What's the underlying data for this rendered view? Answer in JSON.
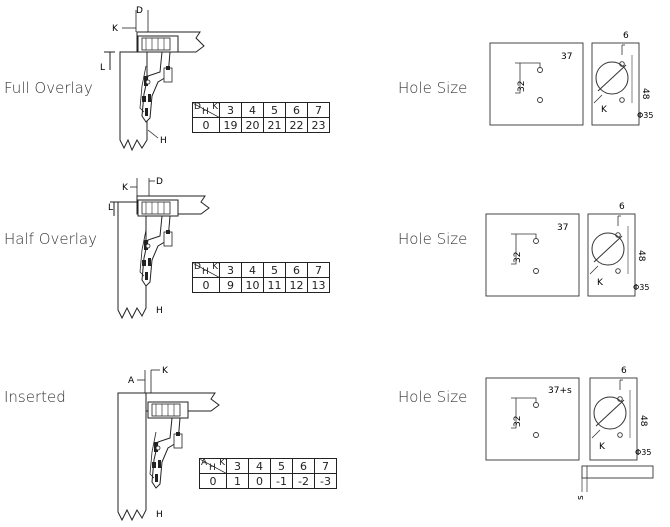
{
  "sections": [
    {
      "name": "Full Overlay",
      "hole_label": "Hole Size",
      "dim_labels": {
        "top": "D",
        "side": "K",
        "left": "L",
        "bottom": "H"
      },
      "table": {
        "h1": "D",
        "h2": "H",
        "h3": "K",
        "k_values": [
          "3",
          "4",
          "5",
          "6",
          "7"
        ],
        "row_first": "0",
        "row_values": [
          "19",
          "20",
          "21",
          "22",
          "23"
        ]
      },
      "hole": {
        "front": "37",
        "pitch": "32",
        "cup_offset": "6",
        "cup_depth": "48",
        "k": "K",
        "cup_dia": "Φ35"
      }
    },
    {
      "name": "Half Overlay",
      "hole_label": "Hole Size",
      "dim_labels": {
        "top": "D",
        "side": "K",
        "left": "L",
        "bottom": "H"
      },
      "table": {
        "h1": "D",
        "h2": "H",
        "h3": "K",
        "k_values": [
          "3",
          "4",
          "5",
          "6",
          "7"
        ],
        "row_first": "0",
        "row_values": [
          "9",
          "10",
          "11",
          "12",
          "13"
        ]
      },
      "hole": {
        "front": "37",
        "pitch": "32",
        "cup_offset": "6",
        "cup_depth": "48",
        "k": "K",
        "cup_dia": "Φ35"
      }
    },
    {
      "name": "Inserted",
      "hole_label": "Hole Size",
      "dim_labels": {
        "top": "A",
        "side": "K",
        "left": "",
        "bottom": "H"
      },
      "table": {
        "h1": "A",
        "h2": "H",
        "h3": "K",
        "k_values": [
          "3",
          "4",
          "5",
          "6",
          "7"
        ],
        "row_first": "0",
        "row_values": [
          "1",
          "0",
          "-1",
          "-2",
          "-3"
        ]
      },
      "hole": {
        "front": "37+s",
        "pitch": "32",
        "cup_offset": "6",
        "cup_depth": "48",
        "k": "K",
        "cup_dia": "Φ35",
        "spacer": "s"
      }
    }
  ]
}
